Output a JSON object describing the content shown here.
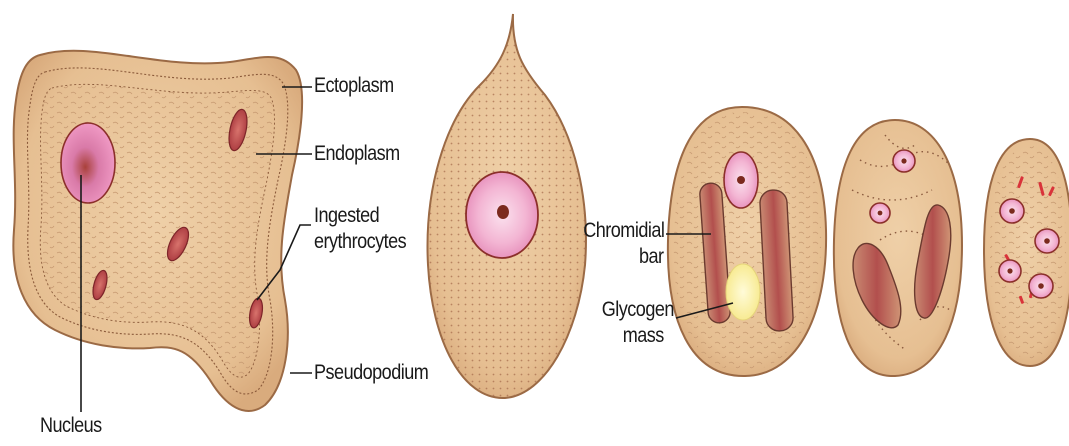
{
  "labels": {
    "ectoplasm": "Ectoplasm",
    "endoplasm": "Endoplasm",
    "ingested_line1": "Ingested",
    "ingested_line2": "erythrocytes",
    "pseudopodium": "Pseudopodium",
    "nucleus": "Nucleus",
    "chromidial_line1": "Chromidial",
    "chromidial_line2": "bar",
    "glycogen_line1": "Glycogen",
    "glycogen_line2": "mass"
  },
  "colors": {
    "cytoplasm": "#e9c497",
    "cytoplasm_edge": "#a0714c",
    "nucleus_outer": "#ee9fc6",
    "nucleus_inner": "#f6c9de",
    "karyosome": "#8a2a1f",
    "erythrocyte": "#b8454a",
    "chromidial_bar": "#b5524f",
    "glycogen": "#fdf3a6"
  }
}
